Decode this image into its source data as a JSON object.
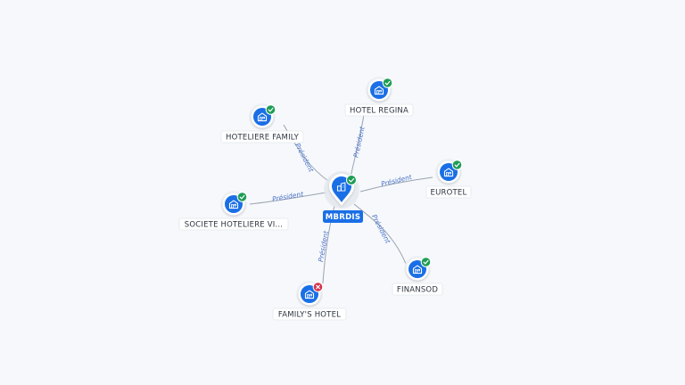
{
  "colors": {
    "node_blue": "#1a6fe6",
    "ok_green": "#1f9d55",
    "error_red": "#d6334a",
    "edge_label": "#4a72c9"
  },
  "center": {
    "label": "MBRDIS",
    "icon": "building-icon",
    "status": "ok"
  },
  "nodes": [
    {
      "id": "hotel-regina",
      "label": "HOTEL REGINA",
      "icon": "house-icon",
      "status": "ok",
      "edge_label": "Président"
    },
    {
      "id": "hoteliere-family",
      "label": "HOTELIERE FAMILY",
      "icon": "house-icon",
      "status": "ok",
      "edge_label": "Président"
    },
    {
      "id": "eurotel",
      "label": "EUROTEL",
      "icon": "house-icon",
      "status": "ok",
      "edge_label": "Président"
    },
    {
      "id": "societe-hoteliere",
      "label": "SOCIETE HOTELIERE VI...",
      "icon": "house-icon",
      "status": "ok",
      "edge_label": "Président"
    },
    {
      "id": "finansod",
      "label": "FINANSOD",
      "icon": "house-icon",
      "status": "ok",
      "edge_label": "Président"
    },
    {
      "id": "familys-hotel",
      "label": "FAMILY'S HOTEL",
      "icon": "house-icon",
      "status": "error",
      "edge_label": "Président"
    }
  ]
}
